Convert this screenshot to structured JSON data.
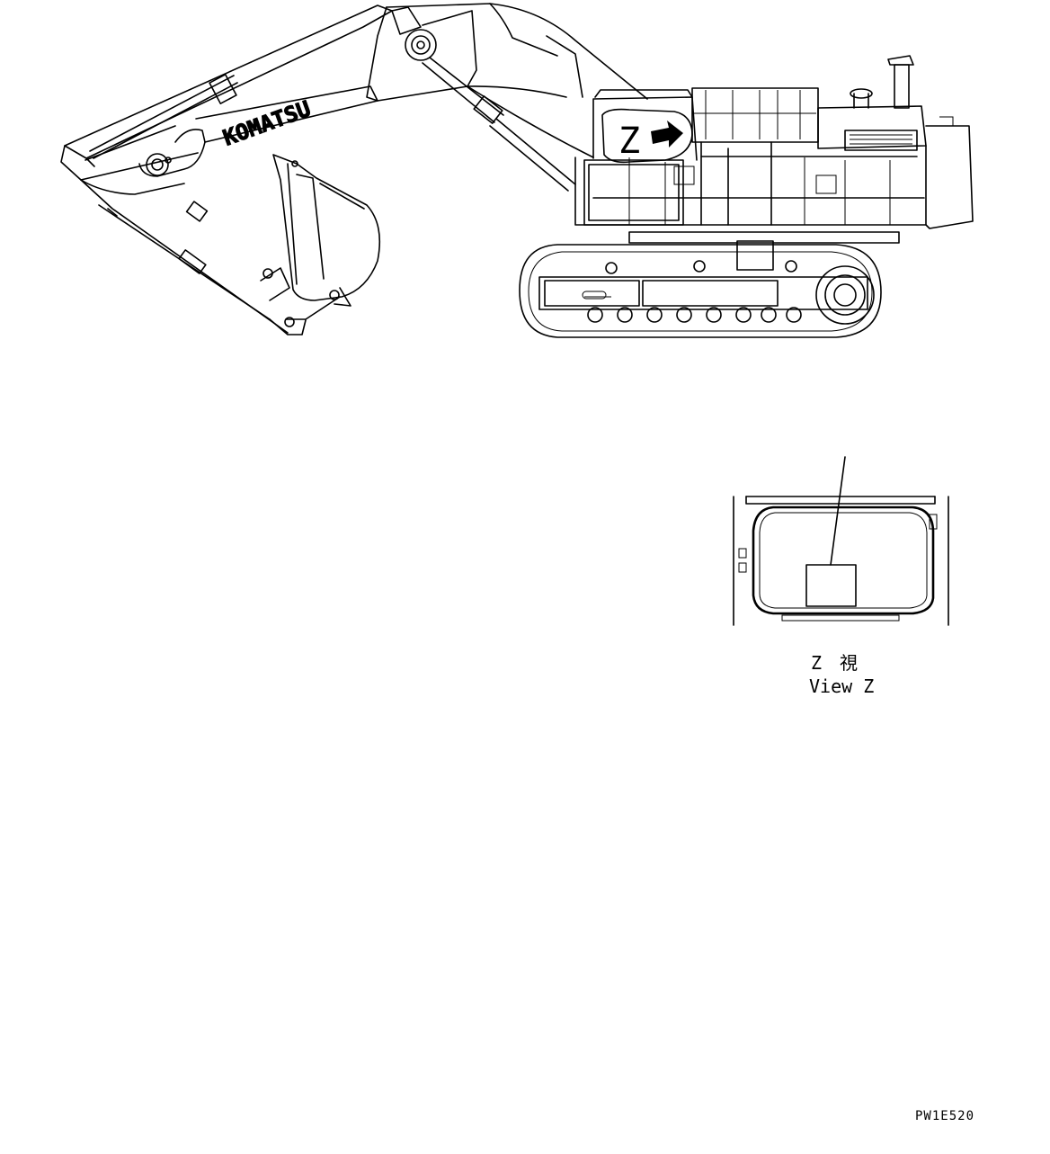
{
  "main_view": {
    "logo_text": "KOMATSU",
    "callout_letter": "Z"
  },
  "detail_view": {
    "caption_jp": "Z　視",
    "caption_en": "View Z"
  },
  "drawing_code": "PW1E520",
  "colors": {
    "ink": "#000000",
    "paper": "#ffffff"
  }
}
